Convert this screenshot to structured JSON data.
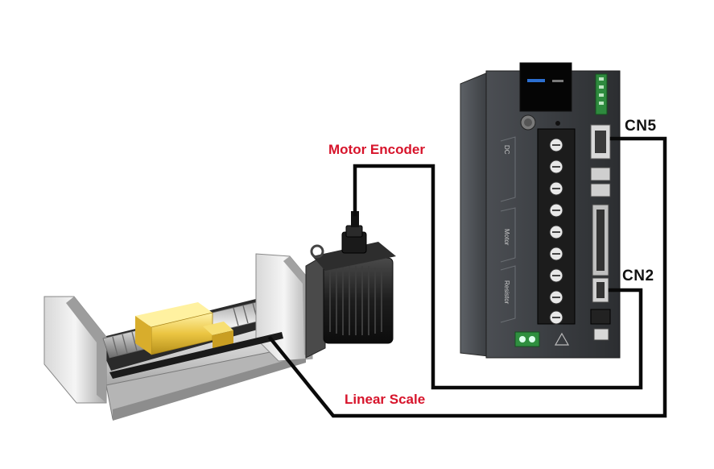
{
  "labels": {
    "motor_encoder": "Motor Encoder",
    "linear_scale": "Linear Scale",
    "cn5": "CN5",
    "cn2": "CN2"
  },
  "drive": {
    "panel_texts": [
      "DC",
      "Motor",
      "Resistor"
    ]
  },
  "colors": {
    "label_red": "#d7142b",
    "cable": "#0a0a0a",
    "drive_body": "#3c3f43",
    "carriage": "#e8c23a"
  }
}
